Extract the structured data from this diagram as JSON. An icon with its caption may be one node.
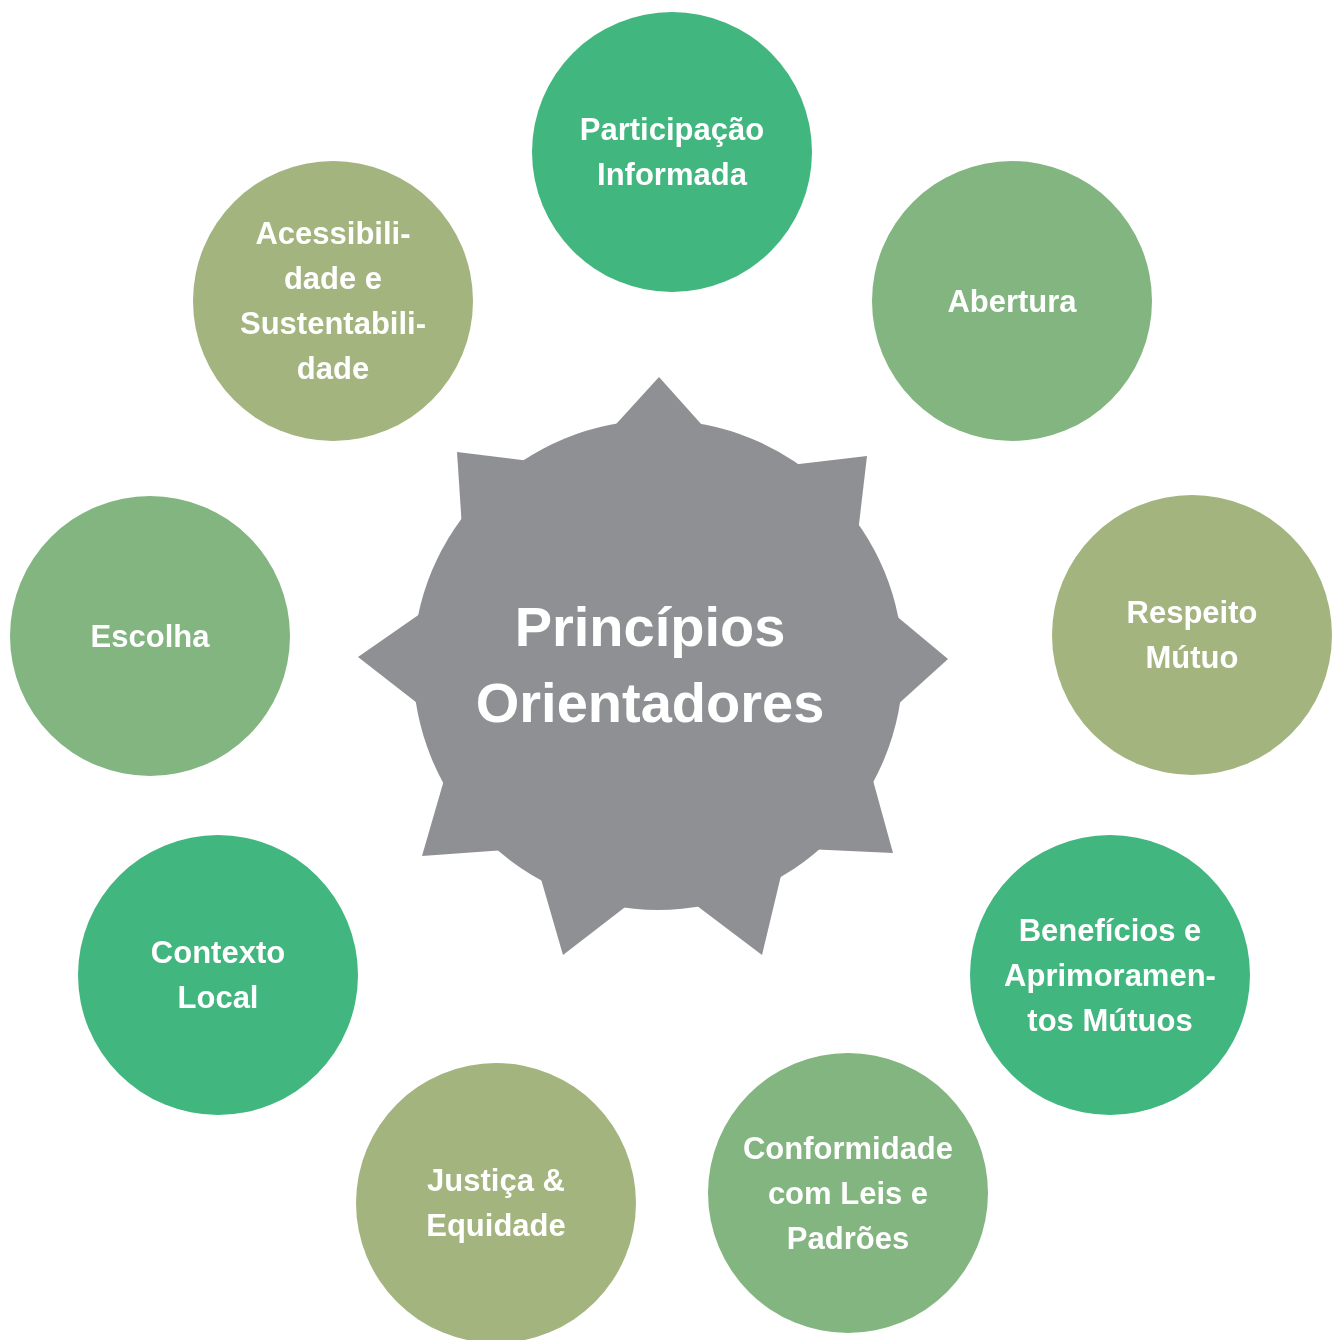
{
  "diagram": {
    "nodes": [
      {
        "text": [
          "Princípios Orientadores"
        ]
      },
      {
        "text": [
          "Participação Informada"
        ]
      },
      {
        "text": [
          "Abertura"
        ]
      },
      {
        "text": [
          "Respeito Mútuo"
        ]
      },
      {
        "text": [
          "Benefícios e Aprimoramen- tos Mútuos"
        ]
      },
      {
        "text": [
          "Conformidade com Leis e Padrões"
        ]
      },
      {
        "text": [
          "Justiça & Equidade"
        ]
      },
      {
        "text": [
          "Contexto Local"
        ]
      },
      {
        "text": [
          "Escolha"
        ]
      },
      {
        "text": [
          "Acessibili- dade e Sustentabili- dade"
        ]
      }
    ]
  }
}
